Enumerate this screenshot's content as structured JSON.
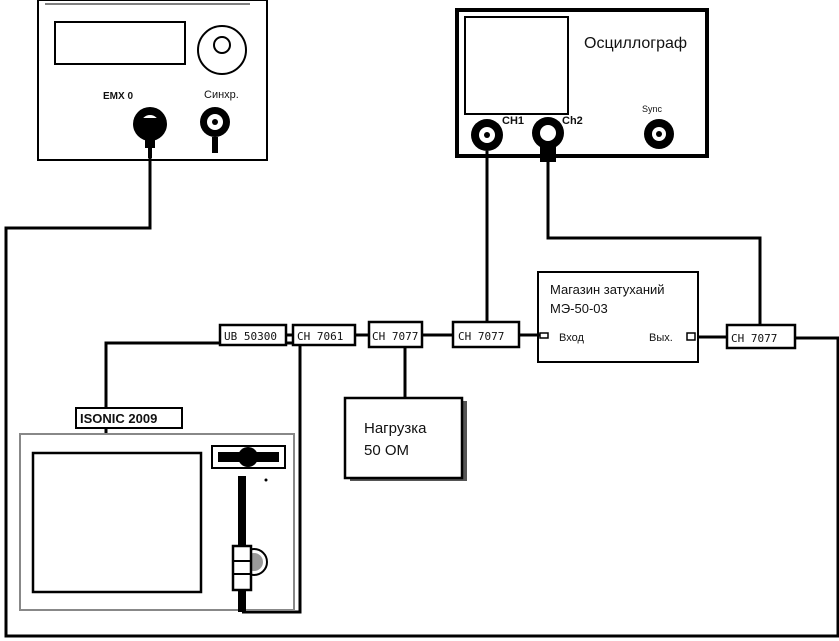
{
  "generator": {
    "out_label": "EMX 0",
    "sync_label": "Синхр."
  },
  "oscilloscope": {
    "title": "Осциллограф",
    "ch1_label": "CH1",
    "ch2_label": "Ch2",
    "sync_label": "Sync"
  },
  "attenuator": {
    "title_line1": "Магазин затуханий",
    "title_line2": "МЭ-50-03",
    "input_label": "Вход",
    "output_label": "Вых."
  },
  "connectors": {
    "ub": "UB 50300",
    "ch7061": "CH 7061",
    "ch7077a": "CH 7077",
    "ch7077b": "CH 7077",
    "ch7077c": "CH 7077"
  },
  "load": {
    "line1": "Нагрузка",
    "line2": "50 ОМ"
  },
  "isonic": {
    "title": "ISONIC 2009"
  },
  "colors": {
    "line": "#000000",
    "box_fill": "#ffffff",
    "shadow": "#555555"
  }
}
